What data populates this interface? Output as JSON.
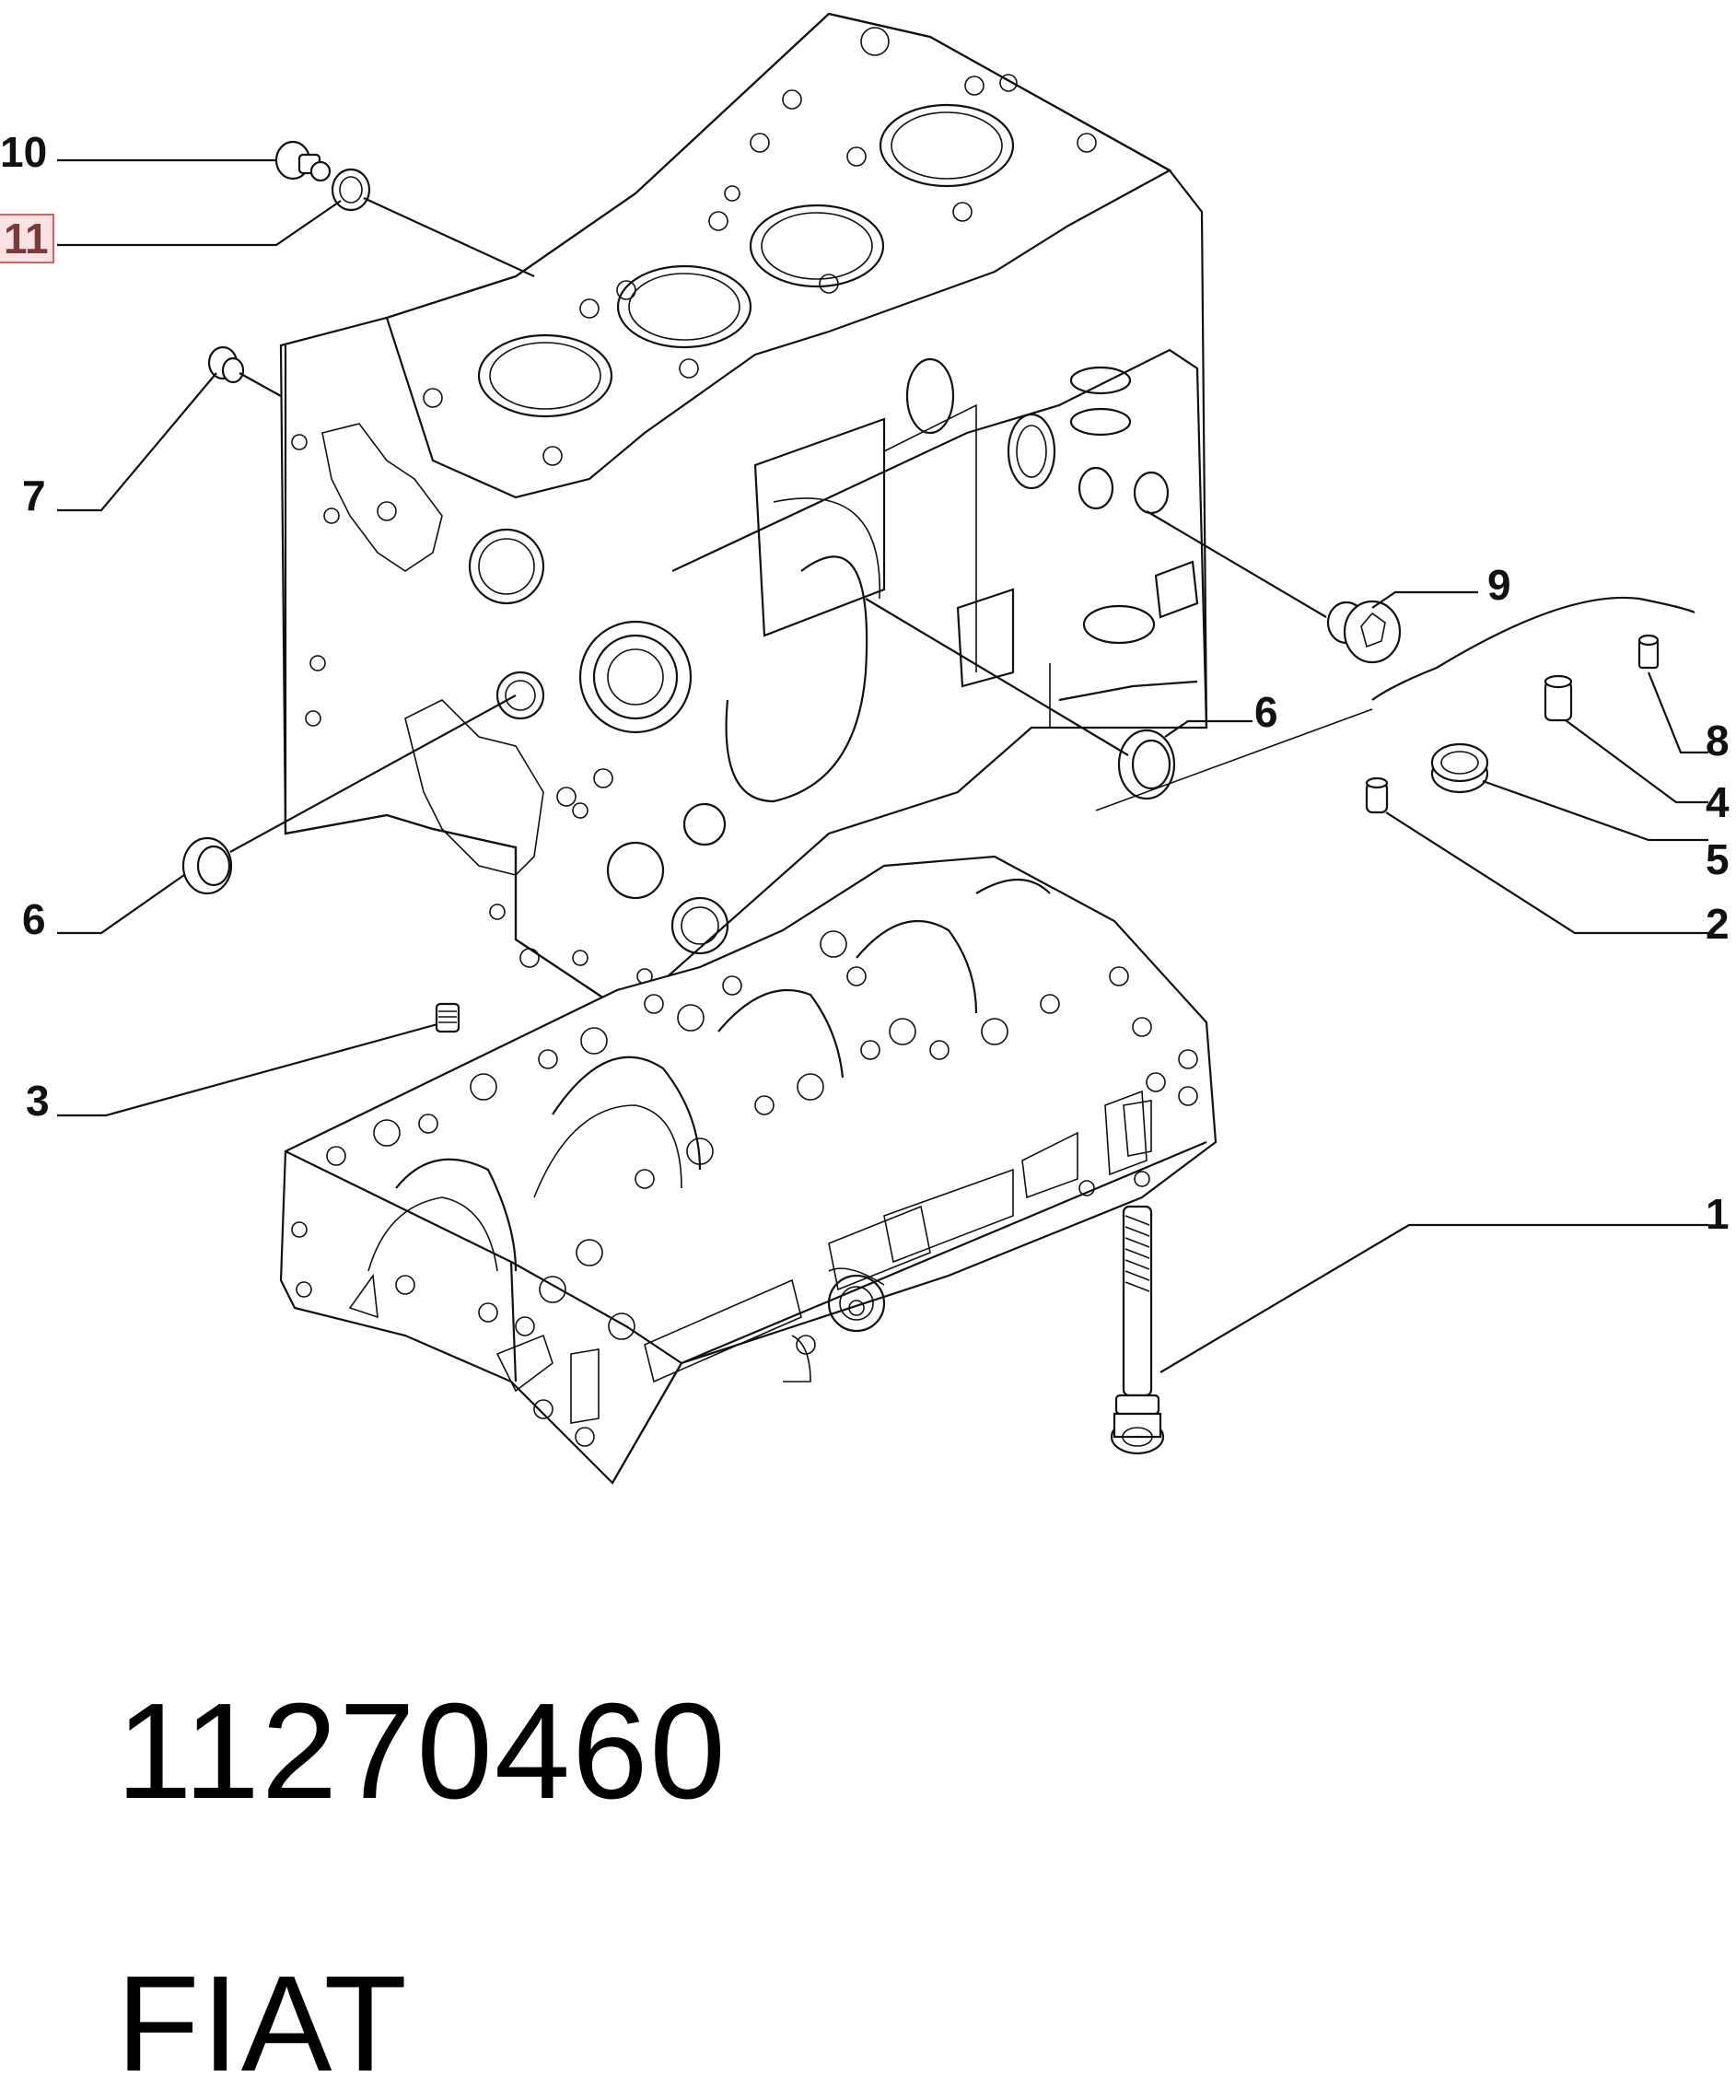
{
  "callouts": [
    {
      "id": "10",
      "label": "10"
    },
    {
      "id": "11",
      "label": "11",
      "highlighted": true
    },
    {
      "id": "7",
      "label": "7"
    },
    {
      "id": "9",
      "label": "9"
    },
    {
      "id": "6a",
      "label": "6"
    },
    {
      "id": "8",
      "label": "8"
    },
    {
      "id": "4",
      "label": "4"
    },
    {
      "id": "5",
      "label": "5"
    },
    {
      "id": "2",
      "label": "2"
    },
    {
      "id": "6b",
      "label": "6"
    },
    {
      "id": "3",
      "label": "3"
    },
    {
      "id": "1",
      "label": "1"
    }
  ],
  "caption": {
    "part_number": "11270460",
    "brand": "FIAT"
  },
  "colors": {
    "line": "#111111",
    "highlight_fill": "#fbe3e3",
    "highlight_border": "#e06060"
  }
}
